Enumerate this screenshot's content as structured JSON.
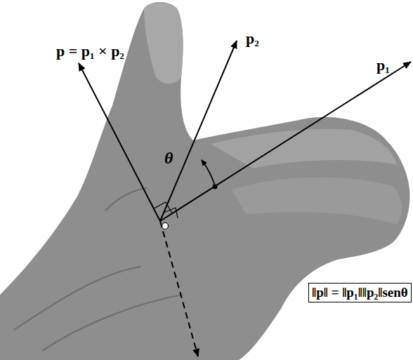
{
  "diagram": {
    "nodes": [
      {
        "text": [
          "‖p‖ = ‖p₁‖‖p₂‖senθ"
        ]
      }
    ],
    "labels": [
      "p = p₁ × p₂",
      "p₂",
      "p₁",
      "θ"
    ]
  }
}
